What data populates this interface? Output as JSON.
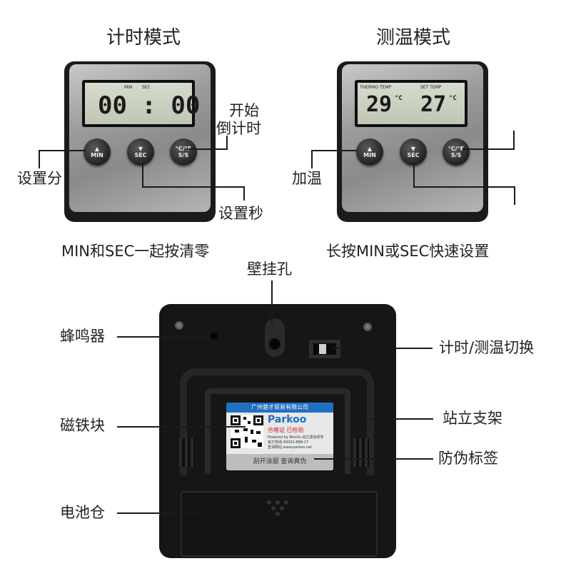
{
  "titles": {
    "timer_mode": "计时模式",
    "thermo_mode": "测温模式"
  },
  "timer_display": {
    "min_label": "MIN",
    "sec_label": "SEC",
    "digits": "00 : 00"
  },
  "thermo_display": {
    "thermo_temp_label": "THERMO TEMP",
    "set_temp_label": "SET TEMP",
    "current_temp": "29",
    "set_temp": "27",
    "unit": "°C"
  },
  "buttons": {
    "min": "MIN",
    "sec": "SEC",
    "ss": "°C/°F S/S"
  },
  "timer_callouts": {
    "start_countdown_1": "开始",
    "start_countdown_2": "倒计时",
    "set_minutes": "设置分",
    "set_seconds": "设置秒",
    "clear_note": "MIN和SEC一起按清零"
  },
  "thermo_callouts": {
    "heat": "加温",
    "fast_set_note": "长按MIN或SEC快速设置"
  },
  "back_callouts": {
    "wall_hole": "壁挂孔",
    "buzzer": "蜂鸣器",
    "mode_switch": "计时/测温切换",
    "magnet": "磁铁块",
    "stand": "站立支架",
    "anti_fake_label": "防伪标签",
    "battery": "电池仓"
  },
  "sticker": {
    "company": "广州楚才贸易有限公司",
    "brand": "Parkoo",
    "certified": "合格证 已检验",
    "powered": "Powered by Bomfu 动力源自邦孚",
    "hotline": "官方热线:40002-888-17",
    "website": "查询网站:www.parkoo.net",
    "scratch": "刮开涂层 查询真伪"
  }
}
